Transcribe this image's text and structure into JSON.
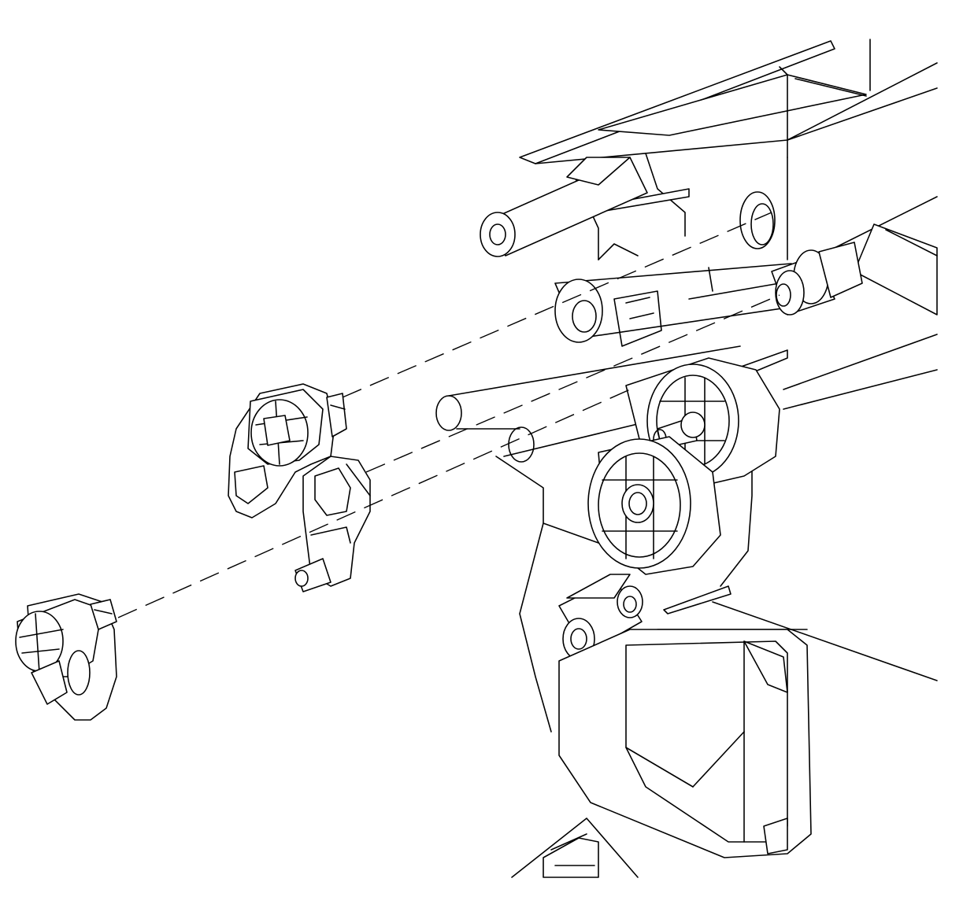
{
  "diagram": {
    "type": "exploded-assembly-line-drawing",
    "colors": {
      "line": "#000000",
      "background": "#ffffff"
    },
    "parts": [
      "housing-frame",
      "upper-pivot-shaft",
      "lower-shaft-stub",
      "upper-bushing",
      "lower-pivot-bushing",
      "bell-crank-lever",
      "left-detached-bushing",
      "lower-rectangular-duct"
    ],
    "alignment_lines": [
      "upper-axis-line",
      "middle-axis-line",
      "lower-axis-line"
    ]
  }
}
